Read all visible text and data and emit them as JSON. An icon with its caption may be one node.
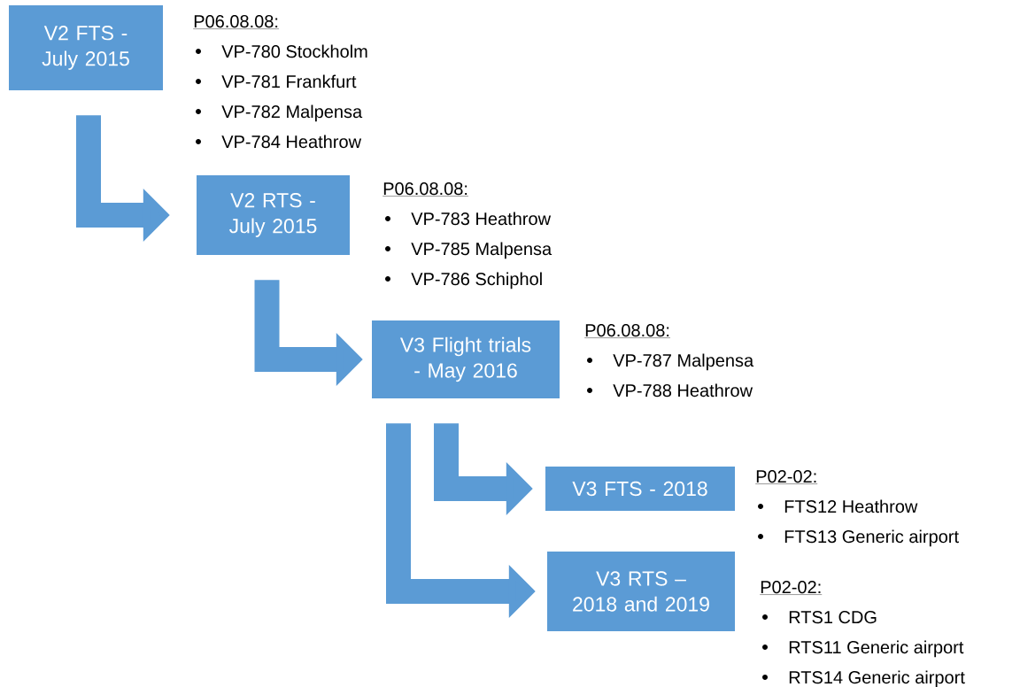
{
  "diagram": {
    "nodes": [
      {
        "text": [
          "V2 FTS - July 2015"
        ],
        "beside": [
          "P06.08.08:",
          "VP-780 Stockholm",
          "VP-781 Frankfurt",
          "VP-782 Malpensa",
          "VP-784 Heathrow"
        ]
      },
      {
        "text": [
          "V2 RTS - July 2015"
        ],
        "beside": [
          "P06.08.08:",
          "VP-783 Heathrow",
          "VP-785 Malpensa",
          "VP-786 Schiphol"
        ]
      },
      {
        "text": [
          "V3 Flight trials - May 2016"
        ],
        "beside": [
          "P06.08.08:",
          "VP-787 Malpensa",
          "VP-788 Heathrow"
        ]
      },
      {
        "text": [
          "V3 FTS - 2018"
        ],
        "beside": [
          "P02-02:",
          "FTS12 Heathrow",
          "FTS13 Generic airport"
        ]
      },
      {
        "text": [
          "V3 RTS – 2018 and 2019"
        ],
        "beside": [
          "P02-02:",
          "RTS1 CDG",
          "RTS11 Generic airport",
          "RTS14 Generic airport"
        ]
      }
    ],
    "edges": [
      {
        "from": 0,
        "to": 1,
        "arrow": "to"
      },
      {
        "from": 1,
        "to": 2,
        "arrow": "to"
      },
      {
        "from": 2,
        "to": 3,
        "arrow": "to"
      },
      {
        "from": 2,
        "to": 4,
        "arrow": "to"
      }
    ]
  }
}
